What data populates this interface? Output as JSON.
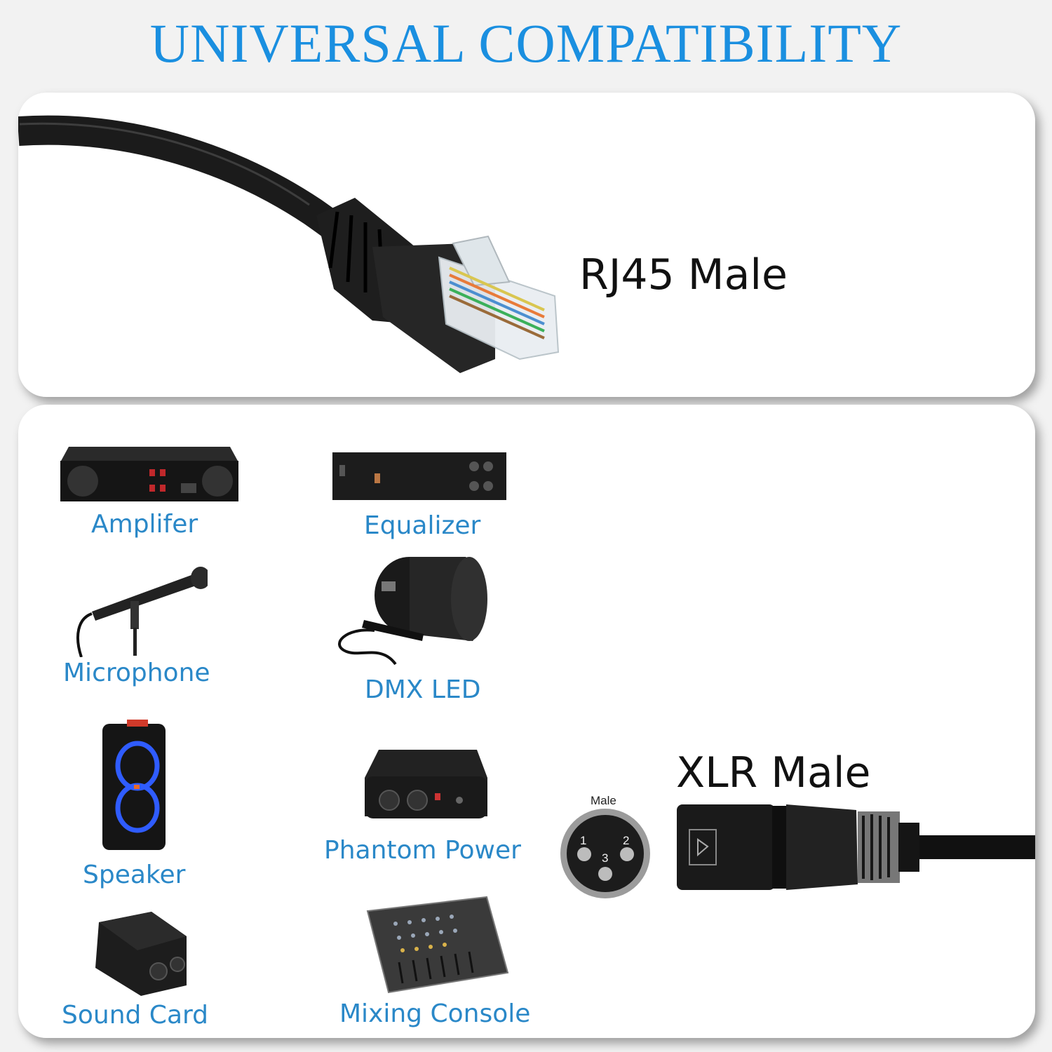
{
  "header": {
    "title": "UNIVERSAL COMPATIBILITY",
    "color": "#1a8fe0"
  },
  "connector_top": {
    "label": "RJ45 Male"
  },
  "connector_bottom": {
    "label": "XLR Male",
    "pinout_caption": "Male",
    "pins": [
      "1",
      "2",
      "3"
    ]
  },
  "devices": [
    {
      "label": "Amplifer"
    },
    {
      "label": "Equalizer"
    },
    {
      "label": "Microphone"
    },
    {
      "label": "DMX LED"
    },
    {
      "label": "Speaker"
    },
    {
      "label": "Phantom Power"
    },
    {
      "label": "Sound Card"
    },
    {
      "label": "Mixing Console"
    }
  ],
  "colors": {
    "label_blue": "#2a88c8",
    "card": "#ffffff",
    "background": "#f2f2f2"
  }
}
